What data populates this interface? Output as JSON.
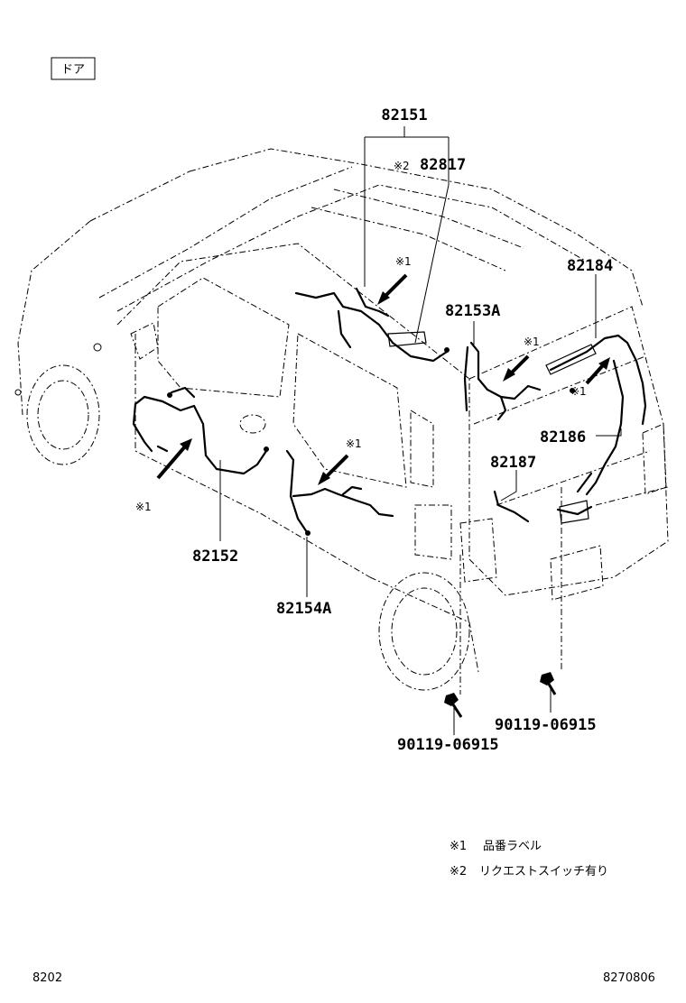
{
  "section_tag": "ドア",
  "parts": {
    "p82151": "82151",
    "p82817": "82817",
    "p82817_mark": "※2",
    "p82184": "82184",
    "p82153A": "82153A",
    "p82186": "82186",
    "p82187": "82187",
    "p82152": "82152",
    "p82154A": "82154A",
    "bolt_left": "90119-06915",
    "bolt_right": "90119-06915"
  },
  "marks": {
    "m1_a": "※1",
    "m1_b": "※1",
    "m1_c": "※1",
    "m1_d": "※1",
    "m1_e": "※1"
  },
  "legend": [
    {
      "mark": "※1",
      "text": "品番ラベル"
    },
    {
      "mark": "※2",
      "text": "リクエストスイッチ有り"
    }
  ],
  "footer": {
    "left": "8202",
    "right": "8270806"
  }
}
